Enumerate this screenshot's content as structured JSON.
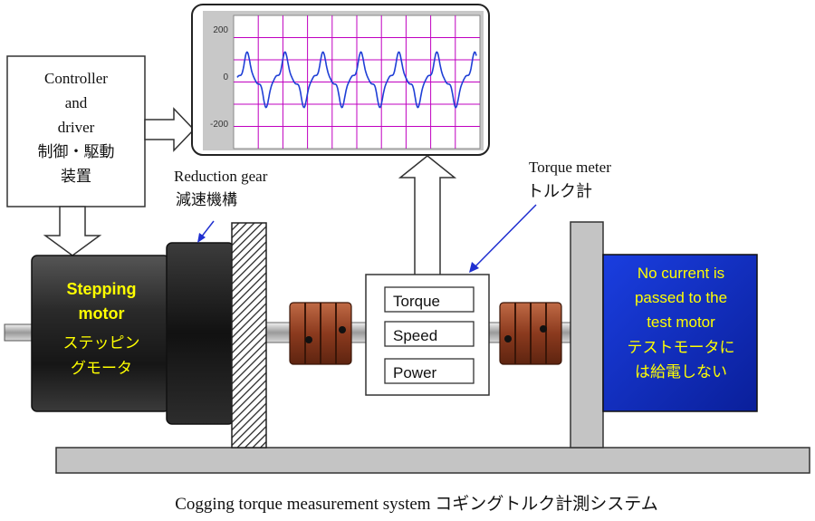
{
  "controller": {
    "lines": [
      "Controller",
      "and",
      "driver",
      "制御・駆動",
      "装置"
    ]
  },
  "scope": {
    "y_ticks": [
      "200",
      "0",
      "-200"
    ]
  },
  "reduction_gear": {
    "label_en": "Reduction gear",
    "label_jp": "減速機構"
  },
  "torque_meter": {
    "label_en": "Torque meter",
    "label_jp": "トルク計",
    "readouts": [
      "Torque",
      "Speed",
      "Power"
    ]
  },
  "stepping_motor": {
    "label_en_1": "Stepping",
    "label_en_2": "motor",
    "label_jp_1": "ステッピン",
    "label_jp_2": "グモータ"
  },
  "test_motor": {
    "lines": [
      "No current is",
      "passed to the",
      "test motor",
      "テストモータに",
      "は給電しない"
    ]
  },
  "caption": "Cogging torque measurement system コギングトルク計測システム",
  "colors": {
    "scope_bg": "#c8c8c8",
    "scope_grid": "#c000c0",
    "waveform": "#1f3fd6",
    "coupling": "#8b3a1e",
    "test_motor_bg": "#1130c8",
    "motor_text": "#ffff00",
    "arrow_blue": "#1f2fd0"
  }
}
